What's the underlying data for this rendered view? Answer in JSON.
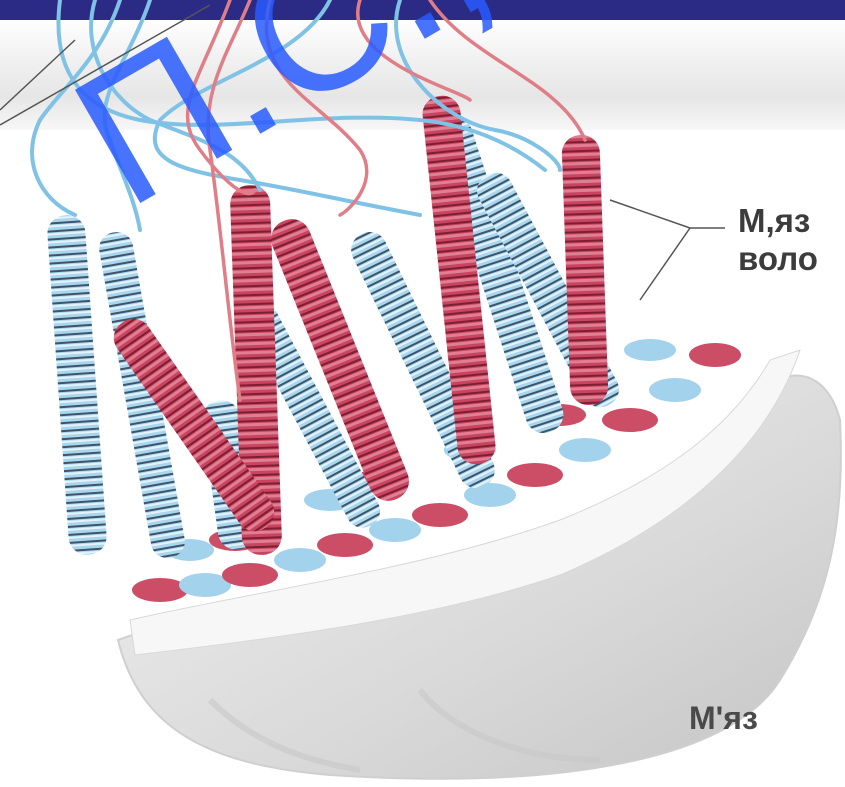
{
  "labels": {
    "fibers_line1": "М,яз",
    "fibers_line2": "воло",
    "muscle": "М'яз"
  },
  "watermark": "П.С., Лд",
  "colors": {
    "header_bar": "#2b2b86",
    "red_fiber": "#c9445e",
    "blue_fiber": "#8fc7e8",
    "watermark": "#2f5bff"
  }
}
